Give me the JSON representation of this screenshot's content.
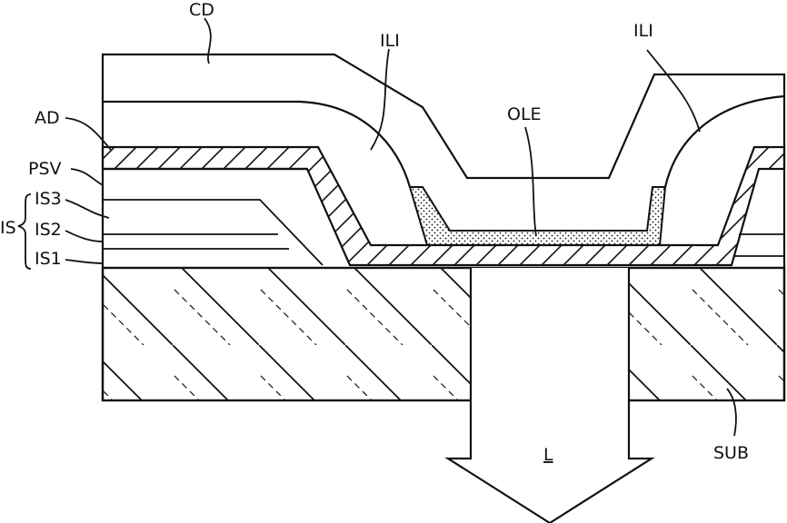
{
  "labels": {
    "cd": "CD",
    "ili_left": "ILI",
    "ili_right": "ILI",
    "ad": "AD",
    "ole": "OLE",
    "psv": "PSV",
    "is": "IS",
    "is3": "IS3",
    "is2": "IS2",
    "is1": "IS1",
    "sub": "SUB",
    "light": "L"
  }
}
